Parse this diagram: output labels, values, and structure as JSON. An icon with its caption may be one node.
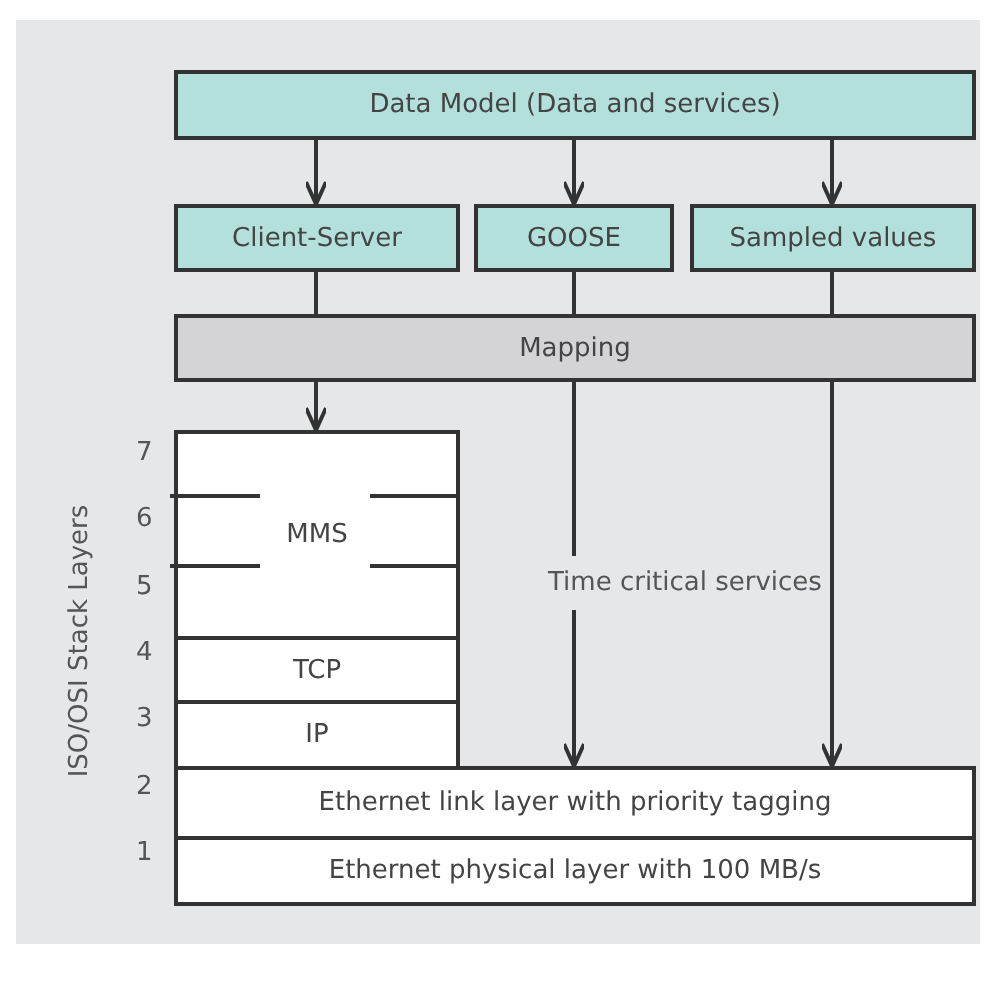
{
  "diagram": {
    "nodes": [
      {
        "text": [
          "Data Model (Data and services)"
        ]
      },
      {
        "text": [
          "Client-Server"
        ]
      },
      {
        "text": [
          "GOOSE"
        ]
      },
      {
        "text": [
          "Sampled values"
        ]
      },
      {
        "text": [
          "Mapping"
        ]
      },
      {
        "text": [
          "MMS"
        ]
      },
      {
        "text": [
          "TCP"
        ]
      },
      {
        "text": [
          "IP"
        ]
      },
      {
        "text": [
          "Ethernet link layer with priority tagging"
        ]
      },
      {
        "text": [
          "Ethernet physical layer with 100 MB/s"
        ]
      }
    ],
    "edges": [
      {
        "from": 0,
        "to": 1,
        "arrow": "to"
      },
      {
        "from": 0,
        "to": 2,
        "arrow": "to"
      },
      {
        "from": 0,
        "to": 3,
        "arrow": "to"
      },
      {
        "from": 1,
        "to": 4,
        "arrow": "none"
      },
      {
        "from": 2,
        "to": 4,
        "arrow": "none"
      },
      {
        "from": 3,
        "to": 4,
        "arrow": "none"
      },
      {
        "from": 4,
        "to": 5,
        "arrow": "to"
      },
      {
        "from": 4,
        "to": 8,
        "arrow": "to"
      },
      {
        "from": 4,
        "to": 8,
        "arrow": "to"
      }
    ],
    "labels": [
      "ISO/OSI Stack Layers",
      "7",
      "6",
      "5",
      "4",
      "3",
      "2",
      "1",
      "Time critical services"
    ]
  }
}
